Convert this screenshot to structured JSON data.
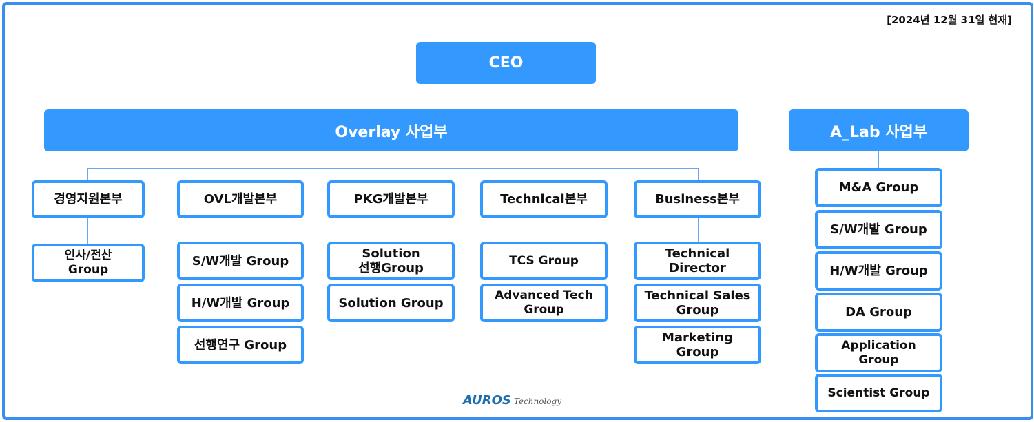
{
  "date_label": "[2024년 12월 31일 현재]",
  "ceo": "CEO",
  "divisions": {
    "overlay": "Overlay 사업부",
    "alab": "A_Lab 사업부"
  },
  "units": {
    "management": {
      "title": "경영지원본부",
      "groups": [
        "인사/전산\nGroup"
      ]
    },
    "ovl": {
      "title": "OVL개발본부",
      "groups": [
        "S/W개발 Group",
        "H/W개발 Group",
        "선행연구 Group"
      ]
    },
    "pkg": {
      "title": "PKG개발본부",
      "groups": [
        "Solution\n선행Group",
        "Solution Group"
      ]
    },
    "technical": {
      "title": "Technical본부",
      "groups": [
        "TCS Group",
        "Advanced Tech\nGroup"
      ]
    },
    "business": {
      "title": "Business본부",
      "groups": [
        "Technical\nDirector",
        "Technical Sales\nGroup",
        "Marketing\nGroup"
      ]
    }
  },
  "alab_groups": [
    "M&A Group",
    "S/W개발 Group",
    "H/W개발 Group",
    "DA Group",
    "Application Group",
    "Scientist Group"
  ],
  "logo": {
    "mark": "AUROS",
    "sub": "Technology"
  },
  "colors": {
    "primary": "#3399ff",
    "border": "#3a8ef0",
    "connector": "#6aa6ee"
  }
}
